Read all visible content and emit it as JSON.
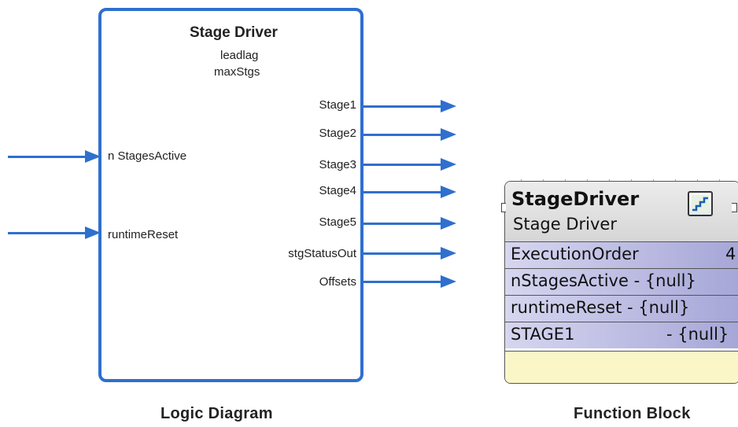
{
  "logic_diagram": {
    "title": "Stage Driver",
    "params": [
      "leadlag",
      "maxStgs"
    ],
    "inputs": [
      "n StagesActive",
      "runtimeReset"
    ],
    "outputs": [
      "Stage1",
      "Stage2",
      "Stage3",
      "Stage4",
      "Stage5",
      "stgStatusOut",
      "Offsets"
    ],
    "caption": "Logic Diagram",
    "color": "#2f6fce"
  },
  "function_block": {
    "name": "StageDriver",
    "type": "Stage Driver",
    "icon": "stairs-icon",
    "rows": [
      {
        "label": "ExecutionOrder",
        "value": "4"
      },
      {
        "label": "nStagesActive - {null}",
        "value": ""
      },
      {
        "label": "runtimeReset - {null}",
        "value": ""
      },
      {
        "label": "STAGE1",
        "value": "- {null}"
      }
    ],
    "caption": "Function Block"
  }
}
